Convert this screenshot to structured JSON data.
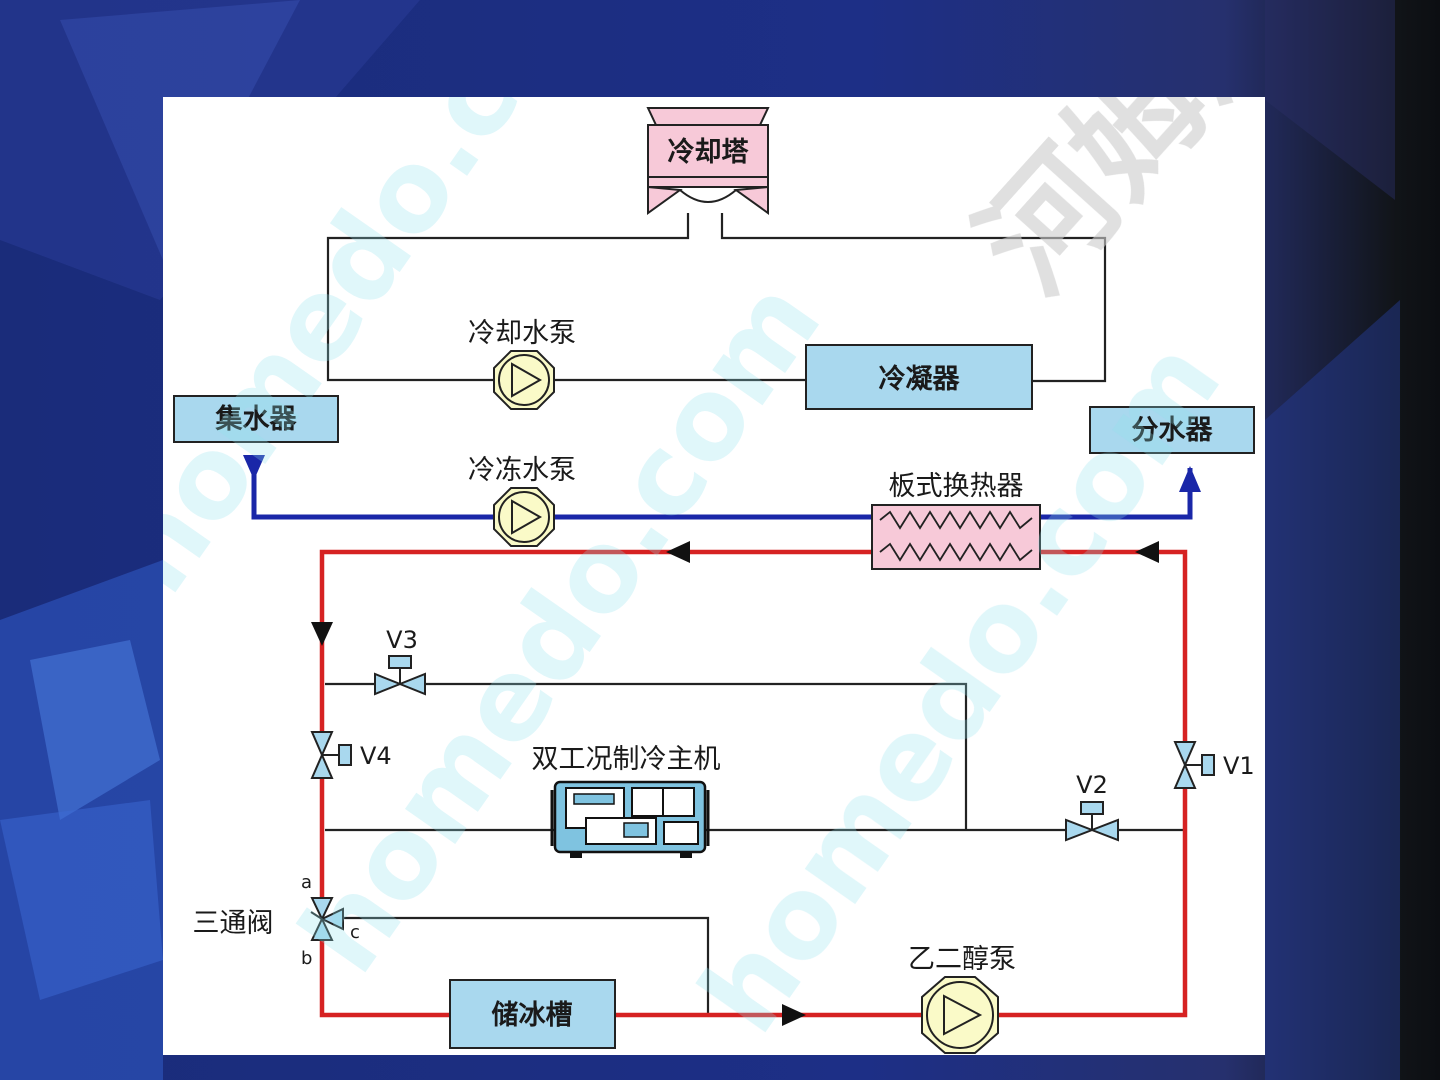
{
  "nodes": {
    "cooling_tower": "冷却塔",
    "cooling_water_pump": "冷却水泵",
    "condenser": "冷凝器",
    "water_collector": "集水器",
    "water_distributor": "分水器",
    "chilled_water_pump": "冷冻水泵",
    "plate_heat_exchanger": "板式换热器",
    "dual_mode_chiller": "双工况制冷主机",
    "three_way_valve": "三通阀",
    "ice_storage_tank": "储冰槽",
    "glycol_pump": "乙二醇泵"
  },
  "valves": {
    "v1": "V1",
    "v2": "V2",
    "v3": "V3",
    "v4": "V4"
  },
  "ports": {
    "a": "a",
    "b": "b",
    "c": "c"
  },
  "watermarks": [
    "homedo.com",
    "homedo.com",
    "homedo.com",
    "河姆渡"
  ],
  "colors": {
    "chilled_water_loop": "#1a27a8",
    "glycol_loop": "#d62222",
    "equipment_fill": "#a9d8ee",
    "heat_exchanger_fill": "#f7c9d8",
    "pump_fill": "#fafac8",
    "pipe_gray": "#222222",
    "watermark_cyan": "#8fe0ee"
  }
}
